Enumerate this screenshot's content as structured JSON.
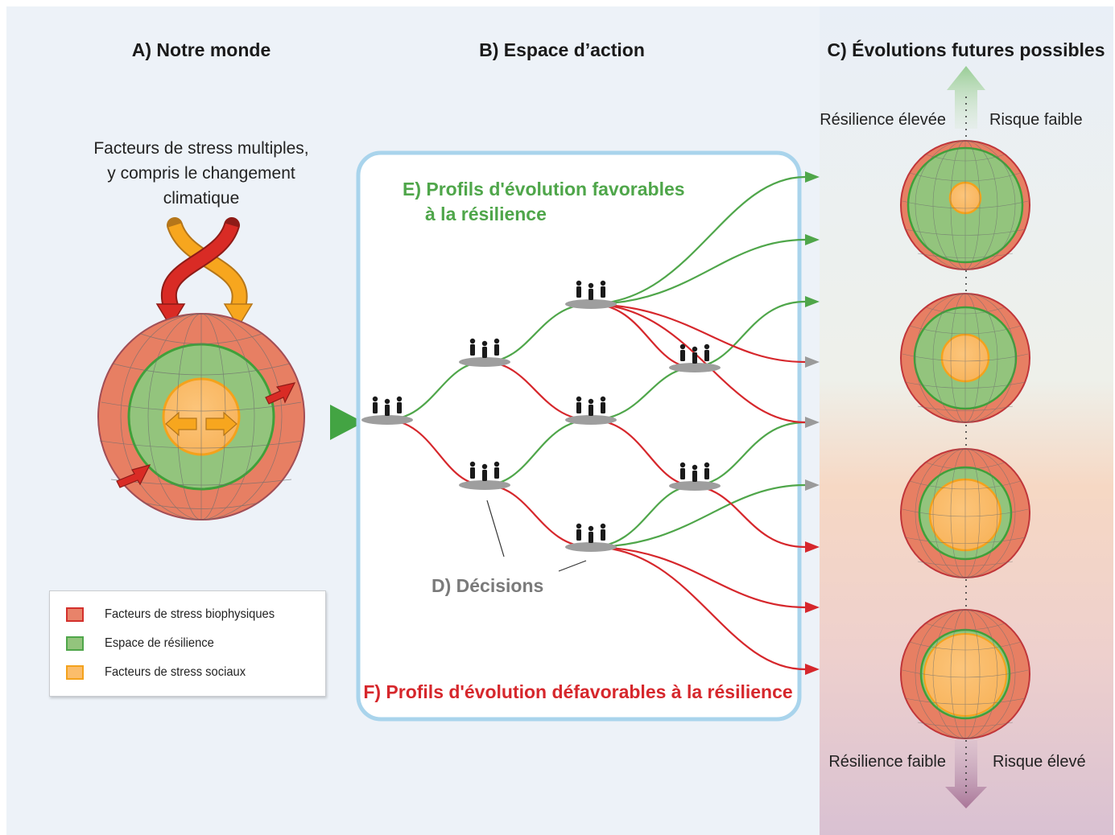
{
  "panels": {
    "a_title": "A) Notre monde",
    "b_title": "B) Espace d’action",
    "c_title": "C) Évolutions futures possibles"
  },
  "stressors": {
    "line1": "Facteurs de stress multiples,",
    "line2": "y compris le changement",
    "line3": "climatique"
  },
  "pathways": {
    "favorable_line1": "E) Profils d'évolution favorables",
    "favorable_line2": "à la résilience",
    "unfavorable": "F) Profils d'évolution défavorables à la résilience",
    "decisions": "D) Décisions"
  },
  "scale": {
    "top_left": "Résilience élevée",
    "top_right": "Risque faible",
    "bottom_left": "Résilience faible",
    "bottom_right": "Risque élevé"
  },
  "legend": {
    "items": [
      {
        "label": "Facteurs de stress biophysiques",
        "fill": "#e8836a",
        "border": "#d3302c"
      },
      {
        "label": "Espace de résilience",
        "fill": "#93c47d",
        "border": "#4fa64a"
      },
      {
        "label": "Facteurs de stress sociaux",
        "fill": "#fbbd6b",
        "border": "#f4a21c"
      }
    ]
  },
  "colors": {
    "favorable": "#4fa64a",
    "unfavorable": "#d6272c",
    "neutral": "#9a9a9a",
    "decision_text": "#7a7a7a",
    "panel_border": "#a9d4ec"
  }
}
